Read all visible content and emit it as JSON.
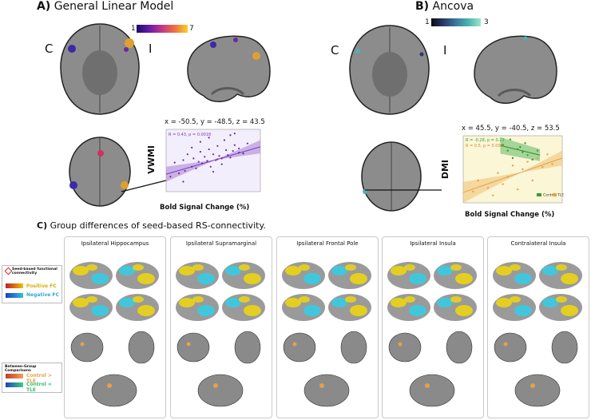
{
  "panelA": {
    "label": "A)",
    "title": "General Linear Model",
    "side_left": "C",
    "side_right": "I",
    "cbar_min": "1",
    "cbar_max": "7",
    "coords": "x = -50.5, y = -48.5, z = 43.5",
    "ylabel": "VWMI",
    "xlabel": "Bold Signal Change (%)",
    "stat": "R = 0.43, p = 0.0018"
  },
  "panelB": {
    "label": "B)",
    "title": "Ancova",
    "side_left": "C",
    "side_right": "I",
    "cbar_min": "1",
    "cbar_max": "3",
    "coords": "x = 45.5, y = -40.5, z = 53.5",
    "ylabel": "DMI",
    "xlabel": "Bold Signal Change (%)",
    "stat1": "R = -0.28, p = 0.22",
    "stat2": "R = 0.5, p = 0.006",
    "legend1": "Control",
    "legend2": "TLE"
  },
  "panelC": {
    "label": "C)",
    "title": "Group differences of seed-based RS-connectivity.",
    "panels": [
      "Ipsilateral Hippocampus",
      "Ipsilateral Supramarginal",
      "Ipsilateral Frontal Pole",
      "Ipsilateral Insula",
      "Contralateral Insula"
    ],
    "legend_top": {
      "title": "Seed-based functional connectivity",
      "pos": "Positive FC",
      "neg": "Negative FC"
    },
    "legend_bottom": {
      "title": "Between-Group Comparisons",
      "pos": "Control > TLE",
      "neg": "Control < TLE"
    }
  },
  "colors": {
    "yellow": "#e8d21a",
    "cyan": "#3cc9e0",
    "purple": "#8a4bc9",
    "green": "#5cb85c",
    "orange": "#e6a04a"
  },
  "chart_data": [
    {
      "type": "scatter",
      "ylabel": "VWMI",
      "xlabel": "Bold Signal Change (%)",
      "xlim": [
        -0.5,
        0.6
      ],
      "ylim": [
        50,
        125
      ],
      "series": [
        {
          "x": [
            -0.45,
            -0.4,
            -0.35,
            -0.3,
            -0.28,
            -0.25,
            -0.2,
            -0.18,
            -0.15,
            -0.12,
            -0.1,
            -0.08,
            -0.05,
            -0.02,
            0.0,
            0.02,
            0.05,
            0.08,
            0.1,
            0.12,
            0.15,
            0.18,
            0.2,
            0.22,
            0.25,
            0.28,
            0.3,
            0.35,
            0.4,
            0.45,
            -0.3,
            -0.1,
            0.05,
            0.15,
            0.25,
            0.35,
            -0.2,
            0.0,
            0.1,
            0.3
          ],
          "y": [
            68,
            85,
            72,
            88,
            75,
            95,
            80,
            90,
            78,
            86,
            98,
            84,
            92,
            87,
            101,
            80,
            95,
            88,
            105,
            93,
            90,
            112,
            100,
            94,
            118,
            99,
            106,
            102,
            96,
            108,
            62,
            110,
            74,
            83,
            91,
            97,
            103,
            115,
            89,
            120
          ]
        }
      ]
    },
    {
      "type": "scatter",
      "ylabel": "DMI",
      "xlabel": "Bold Signal Change (%)",
      "xlim": [
        -1.2,
        0.8
      ],
      "ylim": [
        40,
        130
      ],
      "series": [
        {
          "name": "Control",
          "x": [
            -0.4,
            -0.3,
            -0.25,
            -0.2,
            -0.1,
            -0.05,
            0.0,
            0.05,
            0.1,
            0.2,
            0.3
          ],
          "y": [
            118,
            110,
            125,
            100,
            112,
            115,
            108,
            120,
            104,
            98,
            110
          ]
        },
        {
          "name": "TLE",
          "x": [
            -1.0,
            -0.9,
            -0.7,
            -0.6,
            -0.5,
            -0.4,
            -0.3,
            -0.2,
            -0.1,
            0.0,
            0.1,
            0.2,
            0.3,
            0.4,
            0.5,
            0.6
          ],
          "y": [
            55,
            70,
            60,
            50,
            80,
            65,
            75,
            90,
            58,
            85,
            95,
            70,
            100,
            88,
            105,
            92
          ]
        }
      ]
    }
  ]
}
